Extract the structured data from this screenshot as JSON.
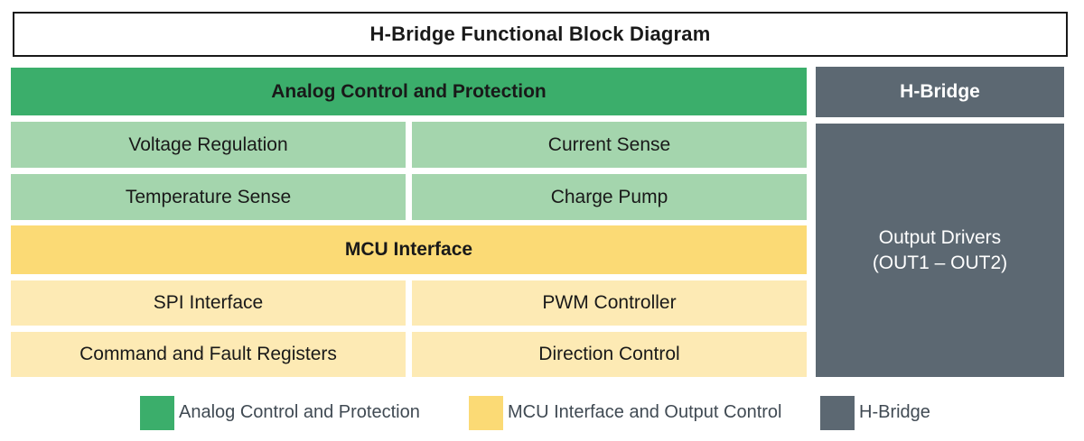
{
  "title": "H-Bridge Functional Block Diagram",
  "colors": {
    "analog_header": "#3bae6b",
    "analog_cell": "#a4d5ad",
    "mcu_header": "#fbda75",
    "mcu_cell": "#fdeab4",
    "hbridge": "#5c6872",
    "text": "#191919",
    "legend_text": "#404a53"
  },
  "diagram": {
    "analog_header": "Analog Control and Protection",
    "analog_cells": [
      "Voltage Regulation",
      "Current Sense",
      "Temperature Sense",
      "Charge Pump"
    ],
    "mcu_header": "MCU Interface",
    "mcu_cells": [
      "SPI Interface",
      "PWM Controller",
      "Command and Fault Registers",
      "Direction Control"
    ],
    "hbridge_header": "H-Bridge",
    "output_block": "Output Drivers\n(OUT1 – OUT2)"
  },
  "legend": {
    "items": [
      {
        "label": "Analog Control and Protection",
        "color": "#3bae6b"
      },
      {
        "label": "MCU Interface and Output Control",
        "color": "#fbda75"
      },
      {
        "label": "H-Bridge",
        "color": "#5c6872"
      }
    ]
  }
}
